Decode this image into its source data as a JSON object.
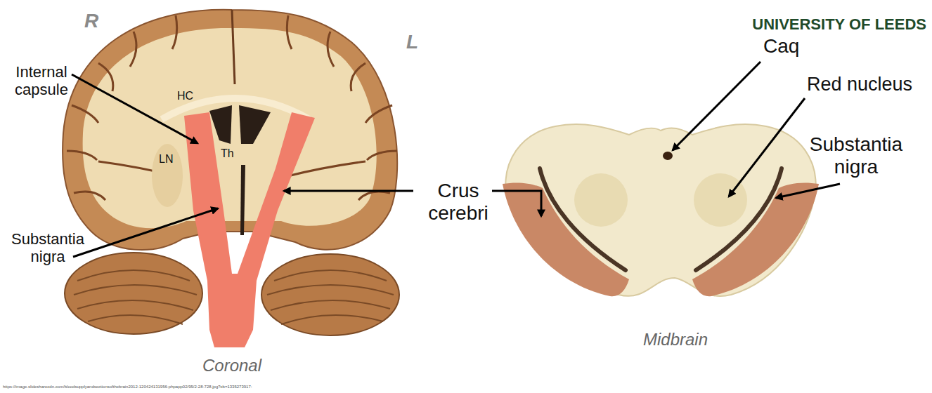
{
  "diagram": {
    "labels": [
      "UNIVERSITY OF LEEDS",
      "R",
      "L",
      "Internal capsule",
      "HC",
      "LN",
      "Th",
      "Substantia nigra",
      "Crus cerebri",
      "Caq",
      "Red nucleus",
      "Substantia nigra",
      "Midbrain",
      "Coronal",
      "https://image.slidesharecdn.com/bloodsupplyandsectionsofthebrain2012-120424131956-phpapp02/95/2-28-728.jpg?cb=1335273917:"
    ]
  }
}
